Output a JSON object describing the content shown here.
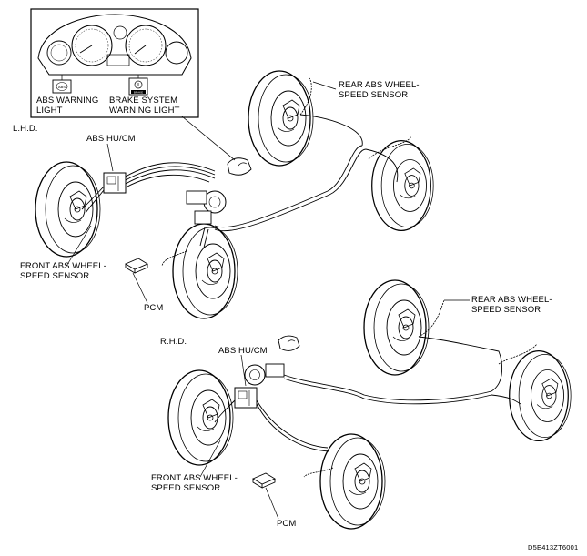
{
  "inset": {
    "abs_icon_text": "ABS",
    "brake_icon_text": "BRAKE",
    "abs_warning_line1": "ABS WARNING",
    "abs_warning_line2": "LIGHT",
    "brake_warning_line1": "BRAKE SYSTEM",
    "brake_warning_line2": "WARNING LIGHT"
  },
  "lhd": {
    "title": "L.H.D.",
    "abs_hucm": "ABS HU/CM",
    "rear_sensor_line1": "REAR ABS WHEEL-",
    "rear_sensor_line2": "SPEED SENSOR",
    "front_sensor_line1": "FRONT ABS WHEEL-",
    "front_sensor_line2": "SPEED SENSOR",
    "pcm": "PCM"
  },
  "rhd": {
    "title": "R.H.D.",
    "abs_hucm": "ABS HU/CM",
    "rear_sensor_line1": "REAR ABS WHEEL-",
    "rear_sensor_line2": "SPEED SENSOR",
    "front_sensor_line1": "FRONT ABS WHEEL-",
    "front_sensor_line2": "SPEED SENSOR",
    "pcm": "PCM"
  },
  "figure_code": "D5E413ZT6001"
}
